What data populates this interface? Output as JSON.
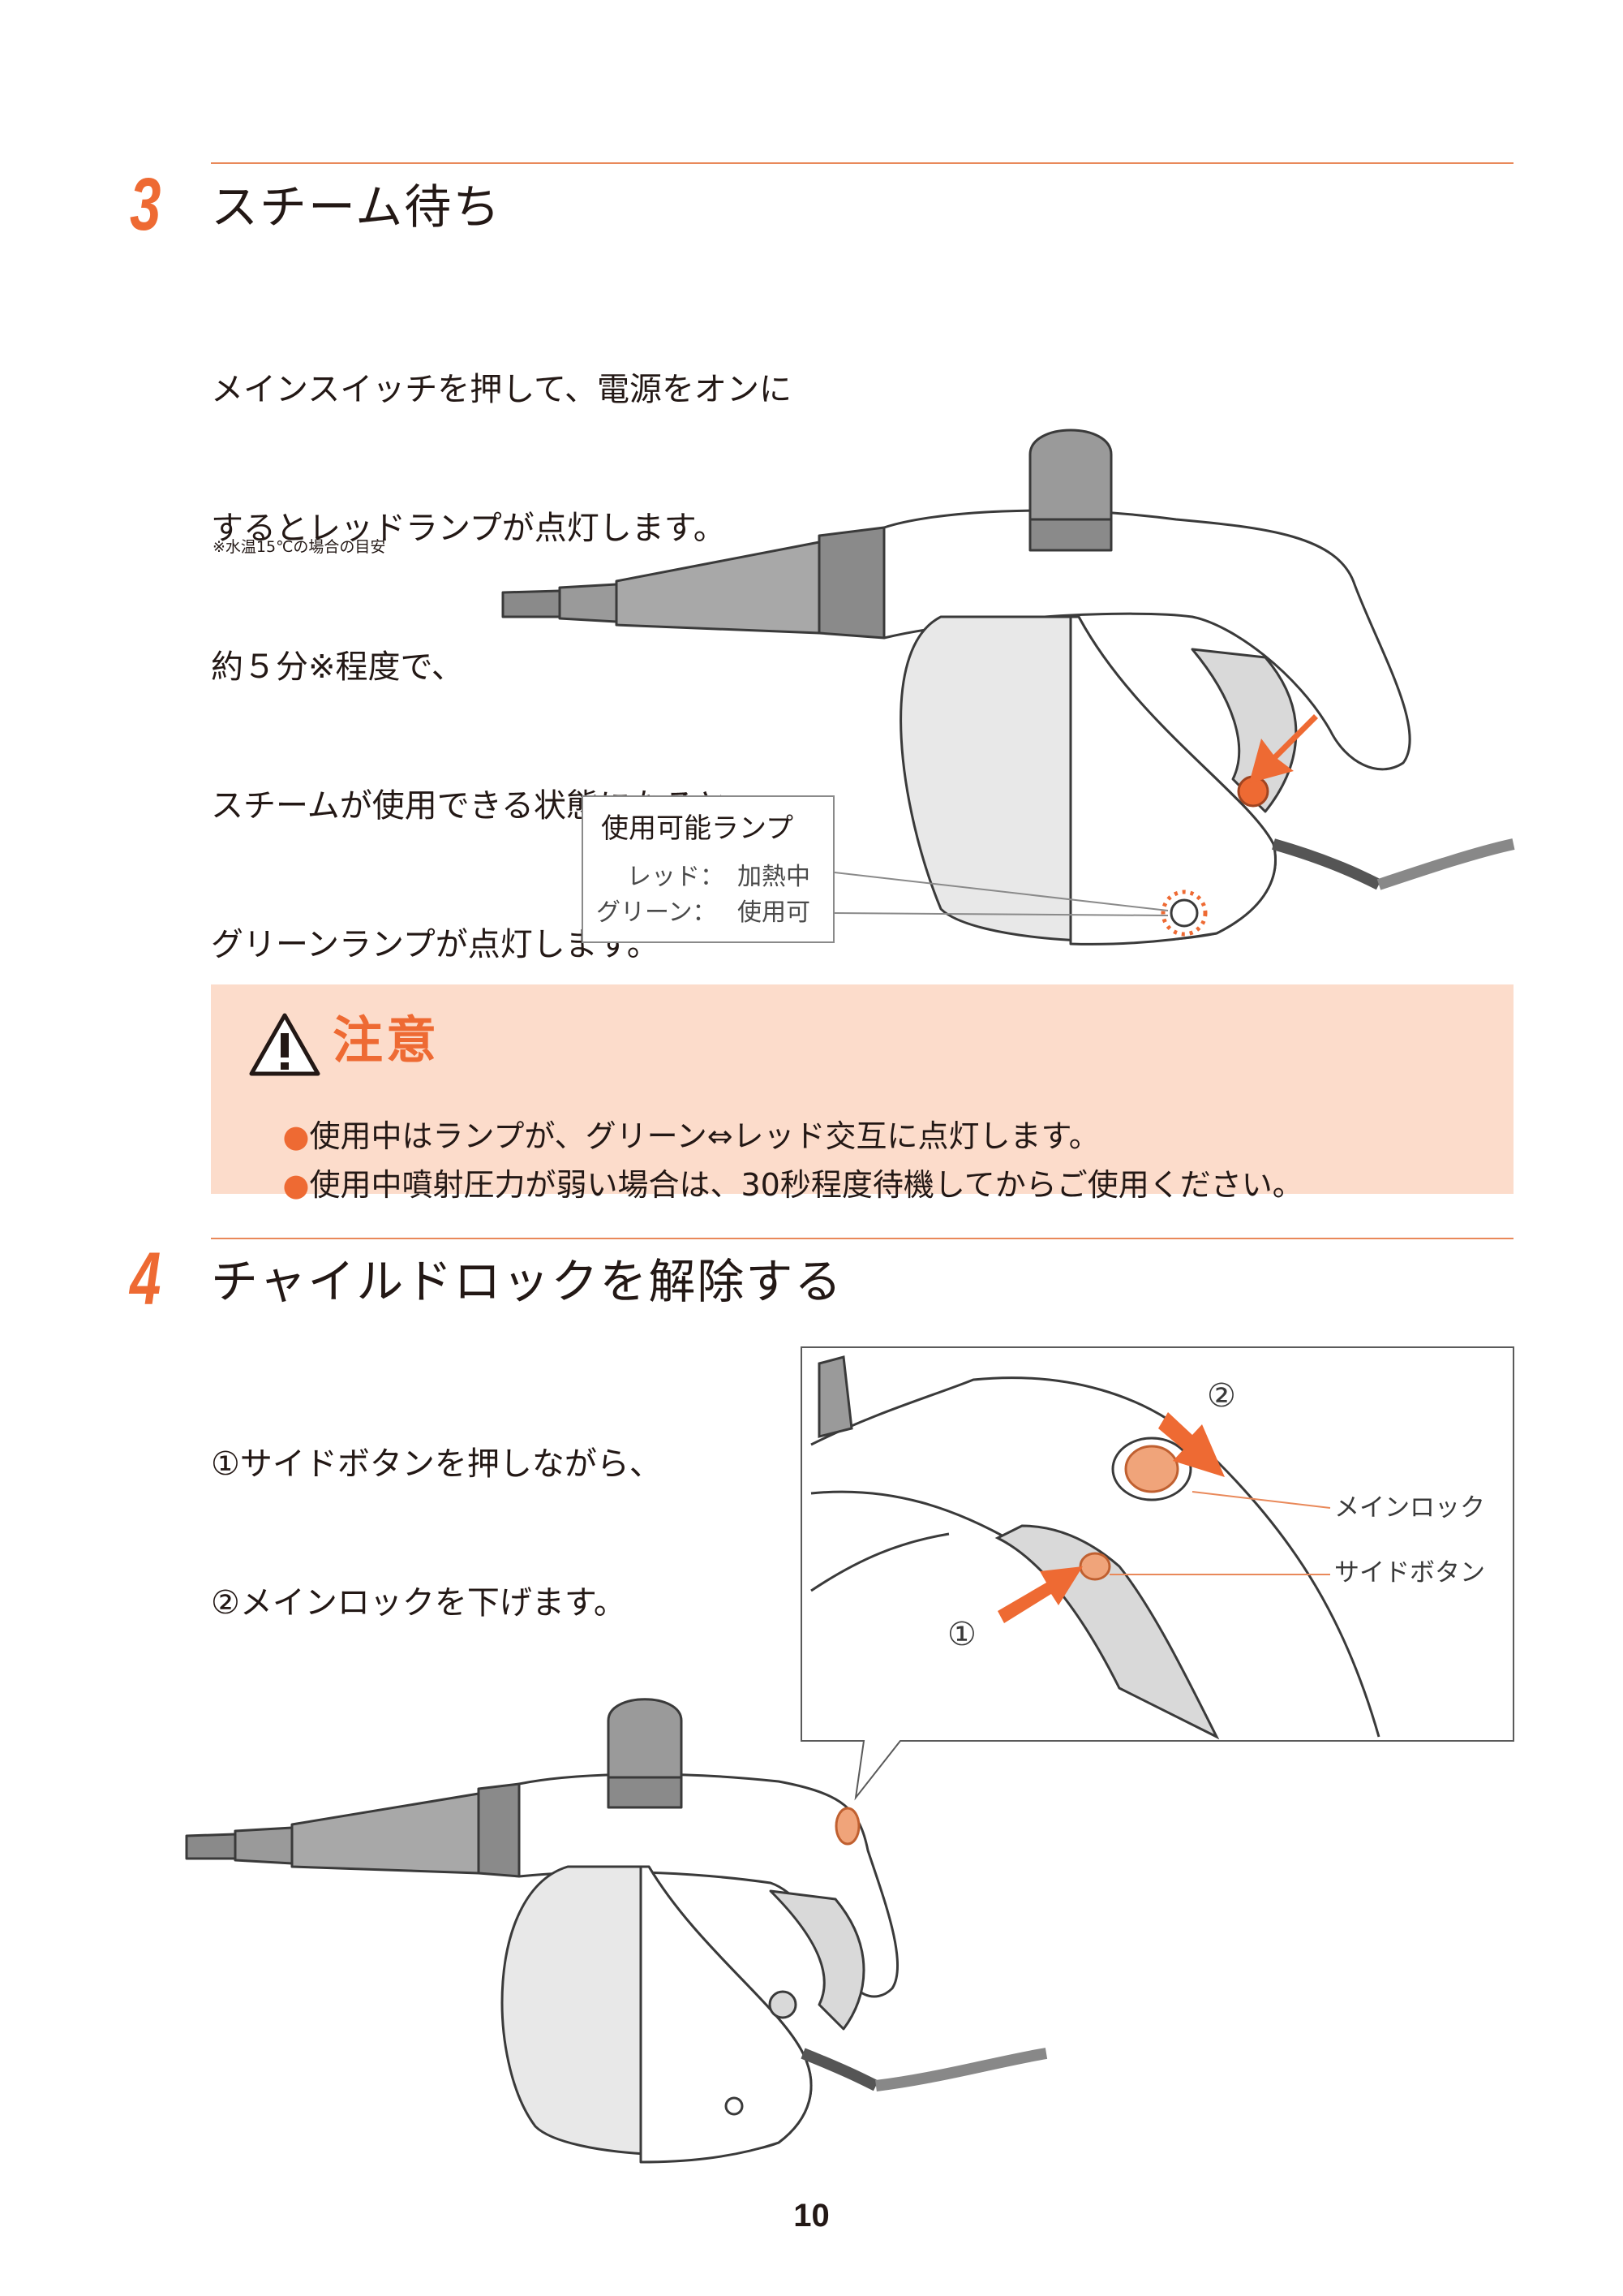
{
  "step3": {
    "number": "3",
    "title": "スチーム待ち",
    "body_lines": [
      "メインスイッチを押して、電源をオンに",
      "するとレッドランプが点灯します。",
      "約５分※程度で、",
      "スチームが使用できる状態になると",
      "グリーンランプが点灯します。"
    ],
    "footnote": "※水温15℃の場合の目安",
    "lamp_box": {
      "title": "使用可能ランプ",
      "rows": [
        {
          "label": "レッド：",
          "value": "加熱中"
        },
        {
          "label": "グリーン：",
          "value": "使用可"
        }
      ]
    }
  },
  "caution": {
    "title": "注意",
    "icon": "warning-triangle-icon",
    "items": [
      "使用中はランプが、グリーン⇔レッド交互に点灯します。",
      "使用中噴射圧力が弱い場合は、30秒程度待機してからご使用ください。"
    ]
  },
  "step4": {
    "number": "4",
    "title": "チャイルドロックを解除する",
    "body_lines": [
      "①サイドボタンを押しながら、",
      "②メインロックを下げます。"
    ],
    "detail": {
      "marker_1": "①",
      "marker_2": "②",
      "label_main_lock": "メインロック",
      "label_side_button": "サイドボタン"
    }
  },
  "page_number": "10",
  "colors": {
    "accent": "#ee6a33",
    "rule": "#e9895a",
    "caution_bg": "#fcdccb",
    "device_gray": "#d9d9d9"
  }
}
